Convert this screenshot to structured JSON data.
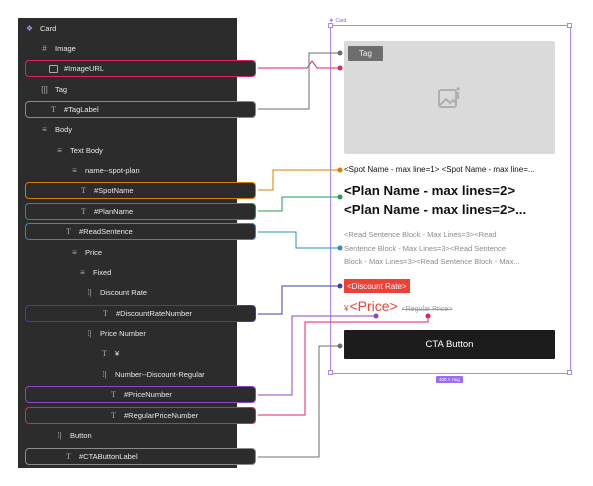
{
  "layers": [
    {
      "id": "card",
      "label": "Card",
      "icon": "component-icon"
    },
    {
      "id": "image",
      "label": "Image",
      "icon": "frame-icon"
    },
    {
      "id": "image-url",
      "label": "#ImageURL",
      "icon": "image-icon"
    },
    {
      "id": "tag",
      "label": "Tag",
      "icon": "instance-icon"
    },
    {
      "id": "tag-label",
      "label": "#TagLabel",
      "icon": "text-icon"
    },
    {
      "id": "body",
      "label": "Body",
      "icon": "vertical-autolayout-icon"
    },
    {
      "id": "text-body",
      "label": "Text Body",
      "icon": "vertical-autolayout-icon"
    },
    {
      "id": "name-spot-plan",
      "label": "name--spot-plan",
      "icon": "vertical-autolayout-icon"
    },
    {
      "id": "spot-name",
      "label": "#SpotName",
      "icon": "text-icon"
    },
    {
      "id": "plan-name",
      "label": "#PlanName",
      "icon": "text-icon"
    },
    {
      "id": "read-sentence",
      "label": "#ReadSentence",
      "icon": "text-icon"
    },
    {
      "id": "price",
      "label": "Price",
      "icon": "vertical-autolayout-icon"
    },
    {
      "id": "fixed",
      "label": "Fixed",
      "icon": "vertical-autolayout-icon"
    },
    {
      "id": "discount-rate",
      "label": "Discount Rate",
      "icon": "horizontal-autolayout-icon"
    },
    {
      "id": "discount-rate-number",
      "label": "#DiscountRateNumber",
      "icon": "text-icon"
    },
    {
      "id": "price-number",
      "label": "Price Number",
      "icon": "horizontal-autolayout-icon"
    },
    {
      "id": "yen",
      "label": "¥",
      "icon": "text-icon"
    },
    {
      "id": "number-discount-regular",
      "label": "Number--Discount-Regular",
      "icon": "horizontal-autolayout-icon"
    },
    {
      "id": "price-number-text",
      "label": "#PriceNumber",
      "icon": "text-icon"
    },
    {
      "id": "regular-price-number",
      "label": "#RegularPriceNumber",
      "icon": "text-icon"
    },
    {
      "id": "button",
      "label": "Button",
      "icon": "horizontal-autolayout-icon"
    },
    {
      "id": "cta-button-label",
      "label": "#CTAButtonLabel",
      "icon": "text-icon"
    }
  ],
  "canvas": {
    "frame_label": "Card",
    "tag": "Tag",
    "spot_name": "<Spot Name - max line=1> <Spot Name - max line=...",
    "plan_name": [
      "<Plan Name - max lines=2>",
      "<Plan Name - max lines=2>..."
    ],
    "read_sentence": [
      "<Read Sentence Block - Max Lines=3><Read",
      "Sentence Block - Max Lines=3><Read Sentence",
      "Block - Max Lines=3><Read Sentence Block - Max..."
    ],
    "discount_rate": "<Discount Rate>",
    "yen": "¥",
    "price": "<Price>",
    "regular_price": "<Regular Price>",
    "cta": "CTA Button",
    "size_badge": "400 × Hug"
  },
  "colors": {
    "panel_bg": "#2c2c2c",
    "accent_red": "#ef4036",
    "frame_purple": "#a98af5",
    "link_red": "#e0245e",
    "link_orange": "#e07b00",
    "link_green": "#1f9d55",
    "link_teal": "#2b8fb6",
    "link_blue": "#3b3fb0",
    "link_violet": "#8e44c8",
    "link_gray": "#6e6e6e"
  }
}
